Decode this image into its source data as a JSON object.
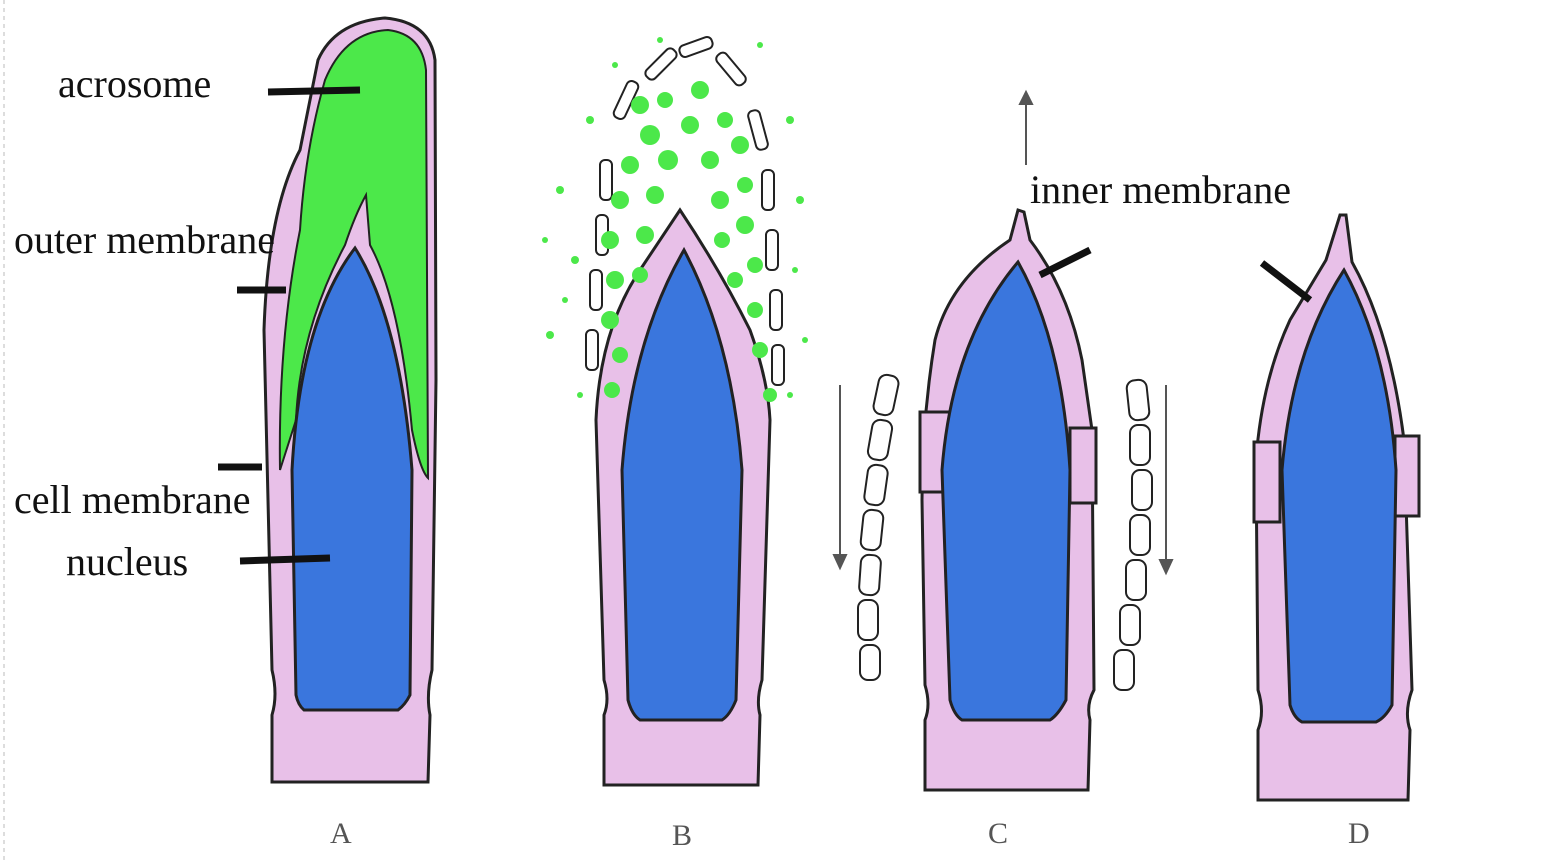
{
  "labels": {
    "acrosome": "acrosome",
    "outer_membrane": "outer membrane",
    "cell_membrane": "cell  membrane",
    "nucleus": "nucleus",
    "inner_membrane": "inner membrane"
  },
  "panels": [
    "A",
    "B",
    "C",
    "D"
  ],
  "colors": {
    "acrosome": "#4ce84a",
    "nucleus": "#3a76dd",
    "cytoplasm": "#e8c0e8",
    "outline": "#222222"
  }
}
